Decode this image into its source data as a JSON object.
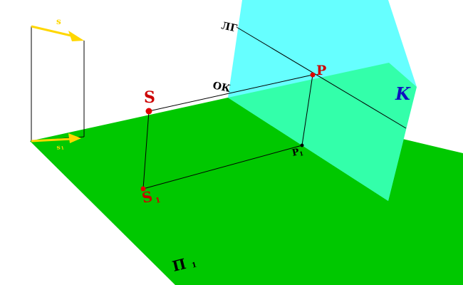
{
  "labels": {
    "S": "S",
    "S1": "S",
    "S1_sub": "1",
    "P": "P",
    "P1": "P",
    "P1_sub": "1",
    "K": "K",
    "LG": "ЛГ",
    "OK": "ОК",
    "Pi": "П",
    "Pi_sub": "1",
    "s_arrow": "s",
    "s1_arrow": "s",
    "s1_sub": "1"
  },
  "colors": {
    "ground": "#00c800",
    "picture_plane": "#66ffff",
    "overlap": "#33ffaa",
    "point": "#e00000",
    "label_red": "#cc0000",
    "label_blue": "#1010c0",
    "arrow": "#ffd700",
    "line": "#000000"
  }
}
